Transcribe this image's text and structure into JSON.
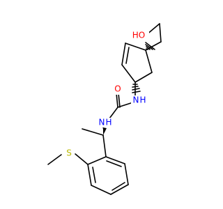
{
  "molecule": {
    "atom_labels": {
      "hydroxyl": "HO",
      "carbonyl_oxygen": "O",
      "amide_nh_upper": "N",
      "amide_nh_upper_h": "H",
      "amide_nh_lower": "N",
      "amide_nh_lower_h": "H",
      "sulfur": "S"
    },
    "colors": {
      "oxygen": "#ff0000",
      "nitrogen": "#0000ff",
      "sulfur": "#b8b800",
      "bond": "#000000"
    }
  }
}
